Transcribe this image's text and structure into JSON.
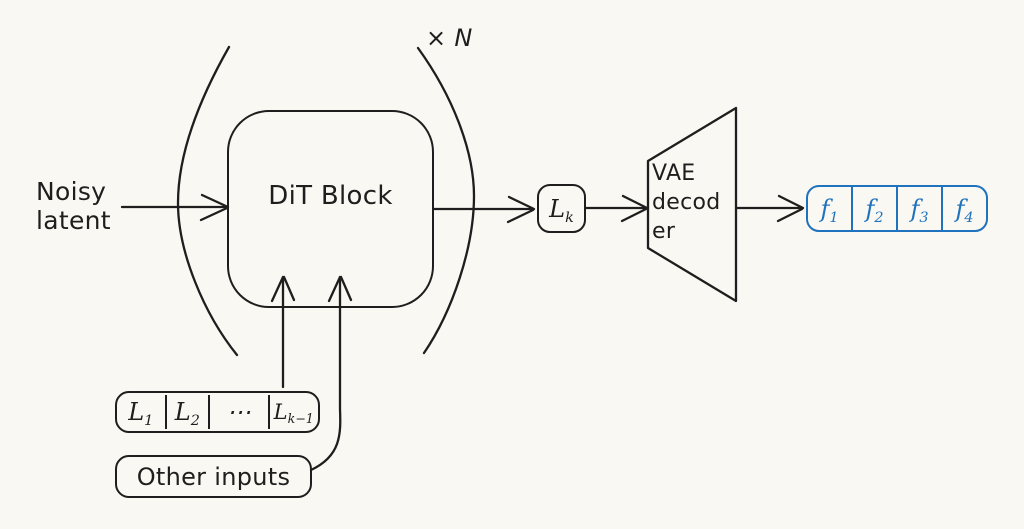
{
  "diagram": {
    "colors": {
      "background": "#f9f8f2",
      "ink": "#1e1e1e",
      "accent_blue": "#1f72bd"
    },
    "repeat_label": "× N",
    "noisy_latent": {
      "line1": "Noisy",
      "line2": "latent"
    },
    "dit_block_label": "DiT Block",
    "latent_k": {
      "base": "L",
      "sub": "k"
    },
    "vae_decoder": {
      "line1": "VAE",
      "line2": "decod",
      "line3": "er"
    },
    "output_frames": {
      "cells": [
        {
          "base": "f",
          "sub": "1"
        },
        {
          "base": "f",
          "sub": "2"
        },
        {
          "base": "f",
          "sub": "3"
        },
        {
          "base": "f",
          "sub": "4"
        }
      ]
    },
    "latent_history": {
      "cells": [
        {
          "base": "L",
          "sub": "1"
        },
        {
          "base": "L",
          "sub": "2"
        },
        {
          "base": "⋯",
          "sub": ""
        },
        {
          "base": "L",
          "sub": "k−1"
        }
      ]
    },
    "other_inputs_label": "Other inputs"
  }
}
